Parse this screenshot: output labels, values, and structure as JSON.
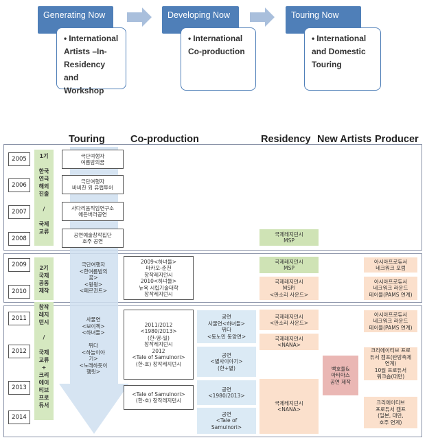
{
  "flow": {
    "stages": [
      {
        "title": "Generating Now",
        "body": "International Artists –In-Residency and Workshop"
      },
      {
        "title": "Developing Now",
        "body": "International Co-production"
      },
      {
        "title": "Touring Now",
        "body": "International and Domestic Touring"
      }
    ],
    "bullet": "•"
  },
  "headers": {
    "touring": "Touring",
    "coproduction": "Co-production",
    "residency": "Residency",
    "new_artists": "New Artists",
    "producer": "Producer"
  },
  "years": [
    "2005",
    "2006",
    "2007",
    "2008",
    "2009",
    "2010",
    "2011",
    "2012",
    "2013",
    "2014"
  ],
  "phases": {
    "phase1": "1기\n\n한국\n연극\n해외\n진출\n\n/\n\n국제\n교류",
    "phase2": "2기\n국제\n공동\n제작",
    "phase3": "창작\n레지\n던시\n\n/\n\n국제\n교류\n+\n크리\n에이\n티브\n프로\n듀서"
  },
  "touring": [
    "극단여행자\n여름밤의꿈",
    "극단여행자\n바비찬 외 유럽투어",
    "사다리움직임연구소\n에든버러공연",
    "공연예술창작집단\n호주 공연",
    "극단여행자\n<한여름밤의\n꿈>\n<윙윙>\n<페르귄트>",
    "사물연\n<보이첵>\n<하녀들>\n\n뛰다\n<하늘이야\n기>\n<노래하듯이\n햄릿>"
  ],
  "coproduction": [
    "2009<하녀들>\n마카오-춘천\n창작레지던시\n2010<하녀들>\n뉴욕 시립기술대학\n창작레지던시",
    "2011/2012\n<1980/2013>\n(한-영-일)\n창작레지던시\n2012\n<Tale of Samulnori>\n(한-호) 창작레지던시",
    "<Tale of Samulnori>\n(한-호) 창작레지던시"
  ],
  "coproduction_shows": [
    "공연\n사물연<하녀들>\n뛰다\n<동노민 동양면>",
    "공연\n<별사이야기>\n(한+별)",
    "공연\n<1980/2013>",
    "공연\n<Tale of\nSamulnori>"
  ],
  "residency": [
    "국제레지던시\nMSP",
    "국제레지던시\nMSP",
    "국제레지던시\nMSP/\n<판소리 사운드>",
    "국제레지던시\n<판소리 사운드>",
    "국제레지던시\n<NANA>",
    "국제레지던시\n<NANA>"
  ],
  "new_artists": [
    "백호들&\n아티아스\n공연 제작"
  ],
  "producer": [
    "아시아프로듀서\n네크워크 포럼",
    "아시아프로듀서\n네크워크 라운드\n테이블(PAMS 연계)",
    "아시아프로듀서\n네크워크 라운드\n테이블(PAMS 연계)",
    "크리에이티브 프로\n듀서 캠프(탄방축제\n연계)\n10월 프로듀서\n워크숍(대만)",
    "크리에이티브\n프로듀서 캠프\n(일본, 대만,\n호주 연계)"
  ],
  "colors": {
    "stage_blue": "#4f7fb8",
    "arrow_grey": "#a9bfdc",
    "phase_green": "#d5e8c0",
    "residency_green": "#cfe3b5",
    "peach": "#fbe0cc",
    "pink": "#eab7b4",
    "light_blue": "#dbeaf5"
  }
}
